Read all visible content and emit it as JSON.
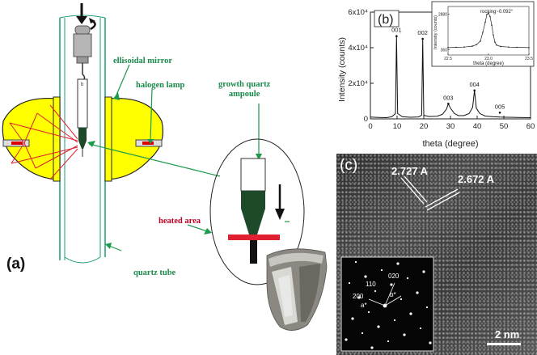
{
  "panels": {
    "a": "(a)",
    "b": "(b)",
    "c": "(c)"
  },
  "furnace": {
    "ellipsoidal_mirror": "ellisoidal mirror",
    "halogen_lamp": "halogen lamp",
    "growth_ampoule": "growth quartz\nampoule",
    "heated_area": "heated area",
    "quartz_tube": "quartz tube"
  },
  "tem": {
    "d_spacing_1": "2.727 A",
    "d_spacing_2": "2.672 A",
    "scale_bar": "2 nm",
    "diffraction_spots": {
      "s020": "020",
      "s110": "110",
      "s200": "200",
      "a_star": "a*",
      "b_star": "b*"
    }
  },
  "chart_data": [
    {
      "type": "line",
      "name": "xrd",
      "xlabel": "theta (degree)",
      "ylabel": "Intensity (counts)",
      "xlim": [
        0,
        60
      ],
      "ylim": [
        0,
        60000
      ],
      "x_ticks": [
        0,
        10,
        20,
        30,
        40,
        50,
        60
      ],
      "y_ticks": [
        {
          "value": 0,
          "label": "0"
        },
        {
          "value": 20000,
          "label": "2x10⁴"
        },
        {
          "value": 40000,
          "label": "4x10⁴"
        },
        {
          "value": 60000,
          "label": "6x10⁴"
        }
      ],
      "peaks": [
        {
          "label": "001",
          "x": 9.8,
          "y": 46500
        },
        {
          "label": "002",
          "x": 19.6,
          "y": 45000
        },
        {
          "label": "003",
          "x": 29.2,
          "y": 8500
        },
        {
          "label": "004",
          "x": 39.0,
          "y": 16000
        },
        {
          "label": "005",
          "x": 48.5,
          "y": 3500
        }
      ],
      "x": [
        0,
        3,
        6,
        8,
        9.4,
        9.8,
        10.2,
        12,
        15,
        18,
        19.2,
        19.6,
        20.0,
        22,
        25,
        27,
        28.5,
        29.2,
        30,
        31.5,
        33,
        35,
        37,
        38.3,
        39.0,
        39.7,
        41,
        43,
        46,
        48.5,
        51,
        55,
        60
      ],
      "y": [
        1000,
        800,
        700,
        1200,
        3000,
        46500,
        3000,
        1200,
        900,
        1100,
        2000,
        45000,
        2000,
        1300,
        1500,
        2600,
        5500,
        8500,
        6000,
        3000,
        1800,
        1800,
        3000,
        6500,
        16000,
        6000,
        3000,
        1600,
        1200,
        1000,
        900,
        800,
        700
      ]
    },
    {
      "type": "line",
      "name": "rocking",
      "title": "rocking~0.092°",
      "xlabel": "theta (degree)",
      "ylabel": "Intensity (counts)",
      "xlim": [
        22.5,
        23.5
      ],
      "x_ticks": [
        22.5,
        23.0,
        23.5
      ],
      "y_ticks": [
        {
          "value": 360,
          "label": "360"
        },
        {
          "value": 2880,
          "label": "2880"
        }
      ],
      "x": [
        22.5,
        22.6,
        22.7,
        22.8,
        22.85,
        22.9,
        22.93,
        22.96,
        22.98,
        23.0,
        23.02,
        23.04,
        23.06,
        23.08,
        23.1,
        23.15,
        23.25,
        23.35,
        23.5
      ],
      "y": [
        520,
        540,
        560,
        620,
        720,
        980,
        1600,
        2300,
        2850,
        2950,
        2700,
        2100,
        1400,
        900,
        700,
        600,
        560,
        540,
        520
      ],
      "ylim": [
        0,
        3300
      ]
    }
  ]
}
